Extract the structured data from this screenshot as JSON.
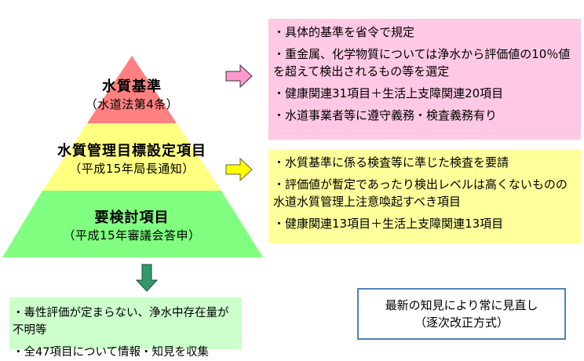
{
  "pyramid": {
    "levels": [
      {
        "title": "水質基準",
        "subtitle": "（水道法第4条）",
        "color": "#ff8080"
      },
      {
        "title": "水質管理目標設定項目",
        "subtitle": "（平成15年局長通知）",
        "color": "#ffff80"
      },
      {
        "title": "要検討項目",
        "subtitle": "（平成15年審議会答申）",
        "color": "#80ff80"
      }
    ]
  },
  "standards_box": {
    "color": "#ffc8e4",
    "arrow_color": "#ff99cc",
    "items": [
      "・具体的基準を省令で規定",
      "・重金属、化学物質については浄水から評価値の10％値を超えて検出されるもの等を選定",
      "・健康関連31項目＋生活上支障関連20項目",
      "・水道事業者等に遵守義務・検査義務有り"
    ]
  },
  "targets_box": {
    "color": "#ffff9c",
    "arrow_color": "#ffff00",
    "items": [
      "・水質基準に係る検査等に準じた検査を要請",
      "・評価値が暫定であったり検出レベルは高くないものの水道水質管理上注意喚起すべき項目",
      "・健康関連13項目＋生活上支障関連13項目"
    ]
  },
  "review_box": {
    "color": "#ccffcc",
    "arrow_color": "#339966",
    "items": [
      "・毒性評価が定まらない、浄水中存在量が不明等",
      "・全47項目について情報・知見を収集"
    ]
  },
  "revision_note": {
    "border_color": "#4f81bd",
    "line1": "最新の知見により常に見直し",
    "line2": "（逐次改正方式）"
  }
}
